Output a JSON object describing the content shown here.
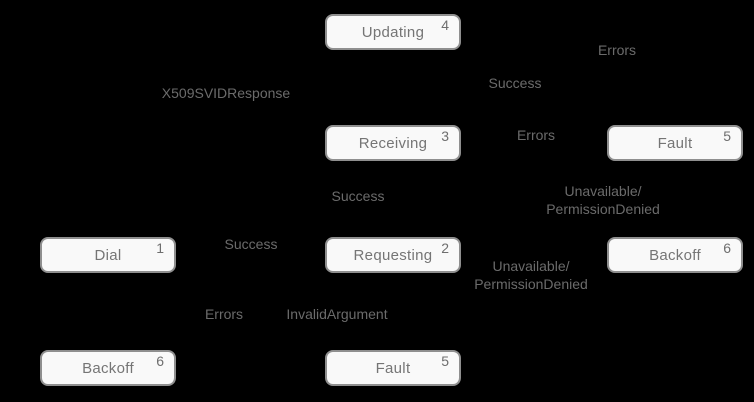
{
  "diagram": {
    "type": "state-diagram",
    "background_color": "#000000",
    "node_fill_color": "#f9f9f9",
    "node_border_color": "#8f8f8f",
    "node_text_color": "#757575",
    "edge_label_color": "#6b6b6b"
  },
  "nodes": [
    {
      "label": "Updating",
      "number": "4"
    },
    {
      "label": "Receiving",
      "number": "3"
    },
    {
      "label": "Fault",
      "number": "5"
    },
    {
      "label": "Dial",
      "number": "1"
    },
    {
      "label": "Requesting",
      "number": "2"
    },
    {
      "label": "Backoff",
      "number": "6"
    },
    {
      "label": "Backoff",
      "number": "6"
    },
    {
      "label": "Fault",
      "number": "5"
    }
  ],
  "edge_labels": [
    {
      "text": "Errors"
    },
    {
      "text": "X509SVIDResponse"
    },
    {
      "text": "Success"
    },
    {
      "text": "Errors"
    },
    {
      "text": "Success"
    },
    {
      "text": "Unavailable/\nPermissionDenied"
    },
    {
      "text": "Success"
    },
    {
      "text": "Unavailable/\nPermissionDenied"
    },
    {
      "text": "Errors"
    },
    {
      "text": "InvalidArgument"
    }
  ]
}
